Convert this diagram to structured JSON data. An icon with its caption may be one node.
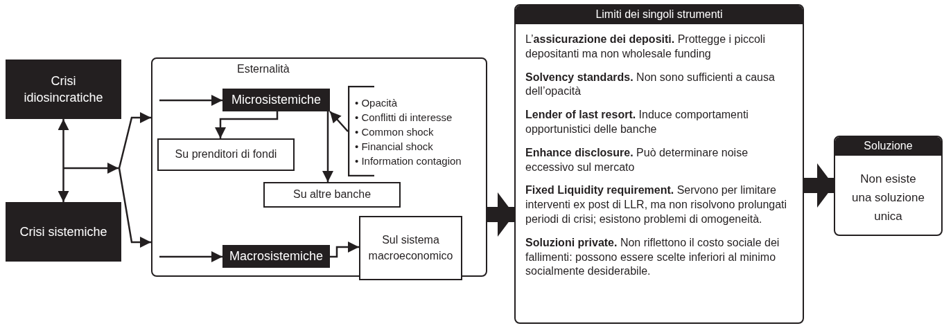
{
  "diagram": {
    "nodes": [
      {
        "text": [
          "Crisi idiosincratiche"
        ]
      },
      {
        "text": [
          "Crisi sistemiche"
        ]
      },
      {
        "text": [
          "Esternalità"
        ]
      },
      {
        "text": [
          "Microsistemiche"
        ],
        "in": 2
      },
      {
        "text": [
          "Su prenditori di fondi"
        ],
        "in": 2
      },
      {
        "text": [
          "Su altre banche"
        ],
        "in": 2
      },
      {
        "text": [
          "• Opacità",
          "• Conflitti di interesse",
          "• Common shock",
          "• Financial shock",
          "• Information contagion"
        ],
        "in": 2
      },
      {
        "text": [
          "Macrosistemiche"
        ],
        "in": 2
      },
      {
        "text": [
          "Sul sistema macroeconomico"
        ],
        "in": 2
      },
      {
        "text": [
          "Limiti dei singoli strumenti",
          "L’**assicurazione dei depositi.** Prottegge i piccoli depositanti ma non wholesale funding",
          "**Solvency standards.** Non sono sufficienti a causa dell’opacità",
          "**Lender of last resort.** Induce comportamenti opportunistici delle banche",
          "**Enhance disclosure.** Può determinare noise eccessivo sul mercato",
          "**Fixed Liquidity requirement.** Servono per limitare interventi ex post di LLR, ma non risolvono prolungati periodi di crisi; esistono problemi di omogeneità.",
          "**Soluzioni private.** Non riflettono il costo sociale dei fallimenti: possono essere scelte inferiori al minimo socialmente desiderabile."
        ]
      },
      {
        "text": [
          "Soluzione",
          "Non esiste una soluzione unica"
        ]
      }
    ],
    "edges": [
      {
        "from": 0,
        "to": 1,
        "arrow": "both"
      },
      {
        "from": null,
        "to": 2,
        "arrow": "to"
      },
      {
        "from": null,
        "to": 2,
        "arrow": "to"
      },
      {
        "from": null,
        "to": 3,
        "arrow": "to"
      },
      {
        "from": null,
        "to": 7,
        "arrow": "to"
      },
      {
        "from": 3,
        "to": 4,
        "arrow": "to"
      },
      {
        "from": 3,
        "to": 5,
        "arrow": "to"
      },
      {
        "from": 6,
        "to": 3,
        "arrow": "to"
      },
      {
        "from": 7,
        "to": 8,
        "arrow": "to"
      },
      {
        "from": 2,
        "to": 9,
        "arrow": "to",
        "style": "thick"
      },
      {
        "from": 9,
        "to": 10,
        "arrow": "to",
        "style": "thick"
      }
    ]
  }
}
